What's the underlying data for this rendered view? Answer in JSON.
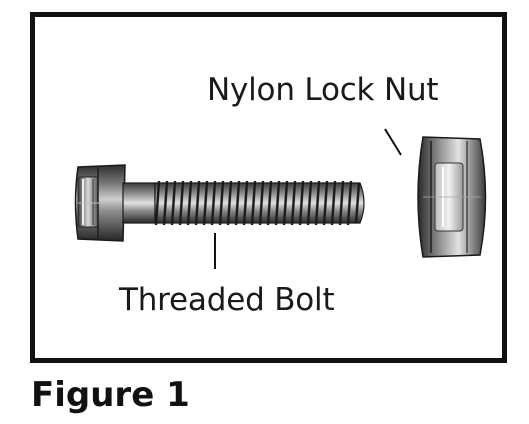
{
  "figure": {
    "labels": {
      "nut": "Nylon Lock Nut",
      "bolt": "Threaded Bolt"
    },
    "caption": "Figure 1"
  },
  "colors": {
    "frame": "#111111",
    "metal_dark": "#2a2a2a",
    "metal_mid": "#6e6e6e",
    "metal_light": "#d8d8d8",
    "nylon_insert": "#e6e6e6"
  }
}
